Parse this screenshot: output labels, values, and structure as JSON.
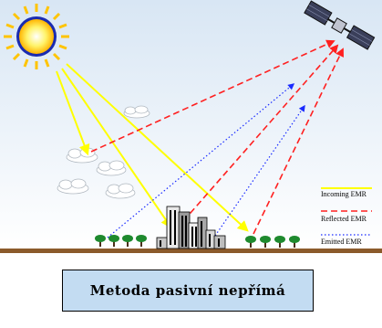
{
  "legend": {
    "incoming": "Incoming EMR",
    "reflected": "Reflected EMR",
    "emitted": "Emitted EMR"
  },
  "caption": "Metoda pasivní nepřímá",
  "colors": {
    "incoming": "#ffff00",
    "reflected": "#ff2020",
    "emitted": "#1a2bff",
    "sky_top": "#d8e6f4",
    "ground": "#8b5a2b",
    "caption_bg": "#c3dcf2"
  },
  "icons": [
    "sun-icon",
    "satellite-icon",
    "cloud-icon",
    "building-icon",
    "tree-icon"
  ]
}
